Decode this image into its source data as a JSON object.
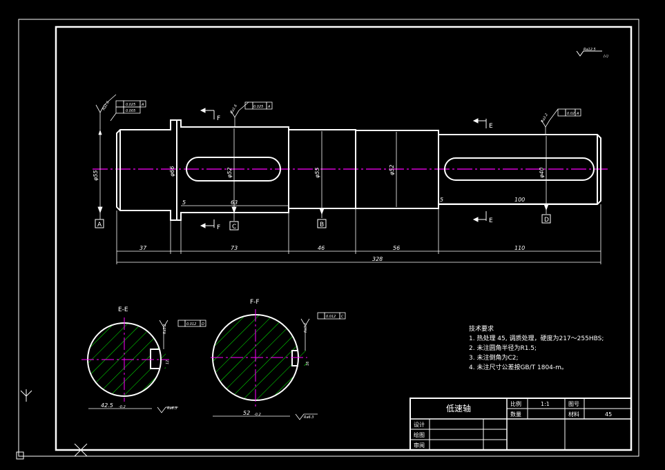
{
  "drawing": {
    "roughness_general": "Ra12.5",
    "roughness_general_suffix": "(√)",
    "section_labels": {
      "ee": "E-E",
      "ff": "F-F",
      "e": "E",
      "f": "F"
    },
    "datums": [
      "A",
      "C",
      "B",
      "D"
    ],
    "top_roughness": [
      "Ra1.6",
      "Ra1.6",
      "Ra3.2"
    ],
    "top_tolerances": {
      "left_runout": "0.025",
      "left_runout_ref": "A",
      "left_cyl": "0.005",
      "mid_runout": "0.025",
      "mid_runout_ref": "A",
      "right_runout": "0.02",
      "right_runout_ref": "A"
    },
    "diameters": {
      "d1": "φ55",
      "d2": "φ66",
      "d3": "φ52",
      "d4": "φ55",
      "d5": "φ52",
      "d6": "φ40"
    },
    "inner_dims": {
      "step_left": "5",
      "keyway_left": "63",
      "step_right": "5",
      "keyway_right": "100"
    },
    "lengths": [
      "37",
      "73",
      "46",
      "56",
      "110"
    ],
    "total_length": "328",
    "section_e": {
      "dim_width": "42.5",
      "dim_width_tol": "-0.2",
      "key_width": "12",
      "roughness_side": "Ra3.2",
      "roughness_bottom": "Ra6.3",
      "sym_tol": "0.012",
      "sym_ref": "D"
    },
    "section_f": {
      "dim_width": "52",
      "dim_width_tol": "-0.2",
      "key_width": "16",
      "roughness_side": "Ra3.2",
      "roughness_bottom": "Ra6.3",
      "sym_tol": "0.012",
      "sym_ref": "C"
    }
  },
  "notes": {
    "title": "技术要求",
    "lines": [
      "1. 热处理 45, 调质处理，硬度为217～255HBS;",
      "2. 未注圆角半径为R1.5;",
      "3. 未注倒角为C2;",
      "4. 未注尺寸公差按GB/T 1804-m。"
    ]
  },
  "title_block": {
    "part_name": "低速轴",
    "scale_label": "比例",
    "scale_value": "1:1",
    "drawing_no_label": "图号",
    "qty_label": "数量",
    "material_label": "材料",
    "material_value": "45",
    "design_label": "设计",
    "draw_label": "绘图",
    "review_label": "审阅"
  },
  "colors": {
    "background": "#000000",
    "line": "#ffffff",
    "centerline": "#ff00ff",
    "hatch": "#00ff00"
  }
}
